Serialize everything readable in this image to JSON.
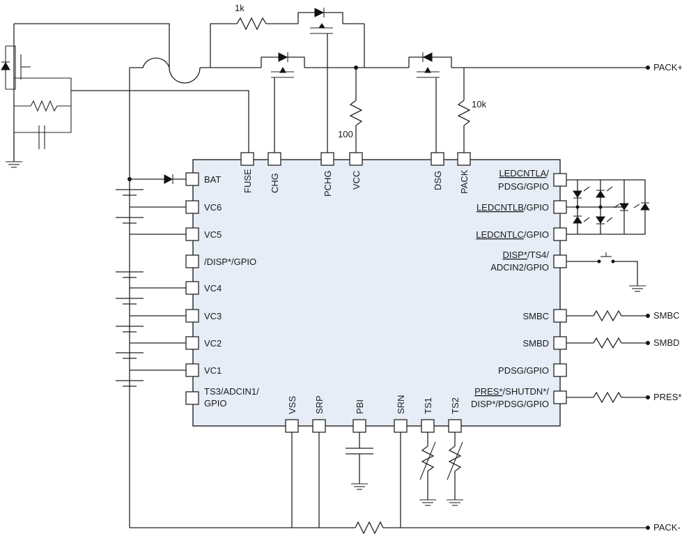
{
  "component_values": {
    "precharge_resistor": "1k",
    "vcc_resistor": "100",
    "pack_resistor": "10k"
  },
  "net_labels": {
    "pack_plus": "PACK+",
    "pack_minus": "PACK-",
    "smbc": "SMBC",
    "smbd": "SMBD",
    "pres": "PRES*"
  },
  "top_pins": [
    "FUSE",
    "CHG",
    "PCHG",
    "VCC",
    "DSG",
    "PACK"
  ],
  "left_pins": [
    "BAT",
    "VC6",
    "VC5",
    "/DISP*/GPIO",
    "VC4",
    "VC3",
    "VC2",
    "VC1",
    "TS3/ADCIN1/",
    "GPIO"
  ],
  "bottom_pins": [
    "VSS",
    "SRP",
    "PBI",
    "SRN",
    "TS1",
    "TS2"
  ],
  "right_pins": {
    "ledcntla": "LEDCNTLA",
    "ledcntla_suffix": "/",
    "pdsg_gpio": "PDSG/GPIO",
    "ledcntlb": "LEDCNTLB",
    "ledcntlb_suffix": "/GPIO",
    "ledcntlc": "LEDCNTLC",
    "ledcntlc_suffix": "/GPIO",
    "disp": "DISP*",
    "disp_suffix": "/TS4/",
    "adcin2": "ADCIN2/GPIO",
    "smbc": "SMBC",
    "smbd": "SMBD",
    "pdsg_gpio2": "PDSG/GPIO",
    "pres": "PRES*",
    "pres_suffix": "/SHUTDN*/",
    "disp_pdsg": "DISP*/PDSG/GPIO"
  },
  "colors": {
    "chip_fill": "#e6edf6",
    "wire": "#222222"
  }
}
